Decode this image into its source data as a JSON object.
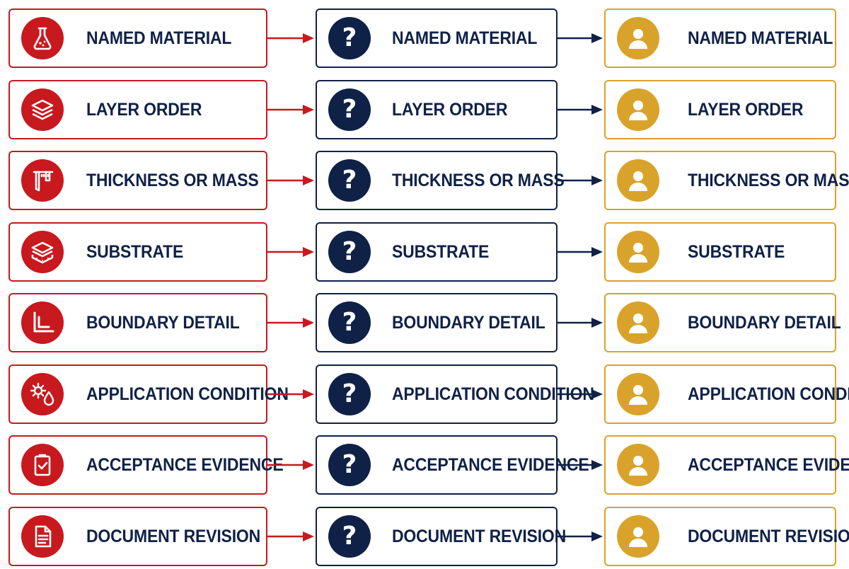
{
  "colors": {
    "input_red": "#c8191e",
    "question_navy": "#0f2147",
    "owner_gold": "#d9a32b",
    "text_navy": "#0f2147"
  },
  "rows": [
    {
      "label": "NAMED MATERIAL",
      "icon": "flask-icon"
    },
    {
      "label": "LAYER ORDER",
      "icon": "layers-icon"
    },
    {
      "label": "THICKNESS OR MASS",
      "icon": "caliper-icon"
    },
    {
      "label": "SUBSTRATE",
      "icon": "substrate-icon"
    },
    {
      "label": "BOUNDARY DETAIL",
      "icon": "corner-detail-icon"
    },
    {
      "label": "APPLICATION CONDITION",
      "icon": "sun-droplet-icon"
    },
    {
      "label": "ACCEPTANCE EVIDENCE",
      "icon": "clipboard-check-icon"
    },
    {
      "label": "DOCUMENT REVISION",
      "icon": "document-icon"
    }
  ],
  "middle_icon": "question-icon",
  "middle_glyph": "?",
  "right_icon": "person-icon"
}
